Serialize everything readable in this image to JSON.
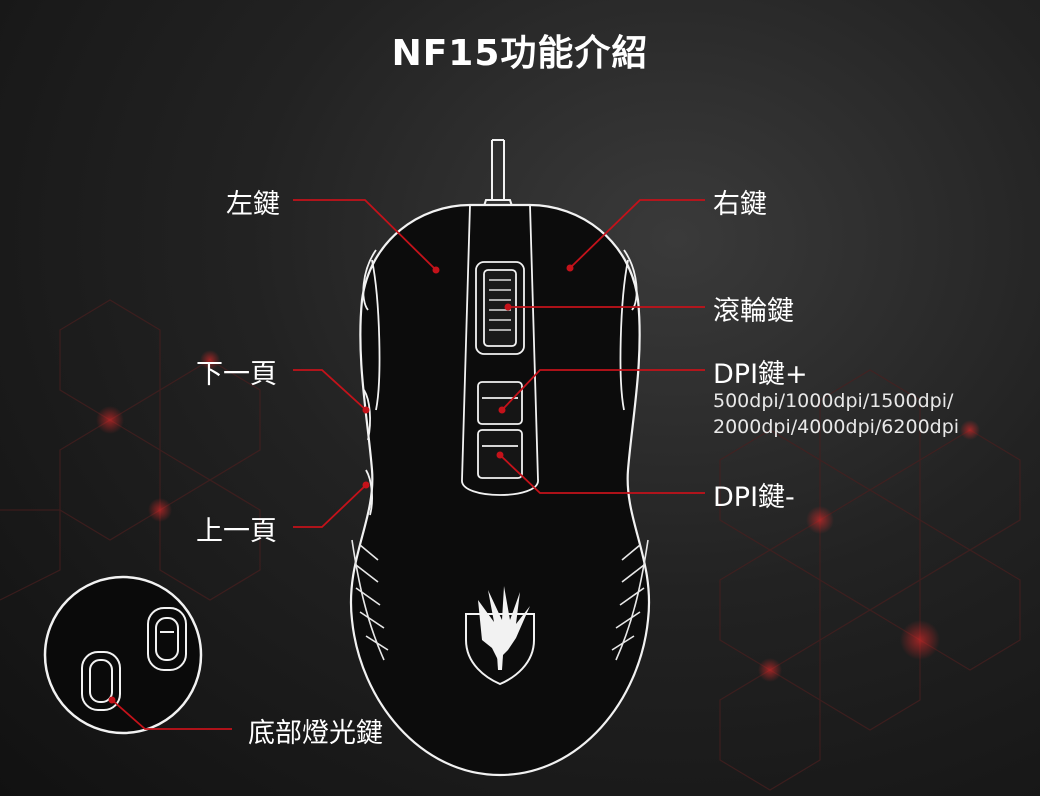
{
  "title": "NF15功能介紹",
  "labels": {
    "left_button": "左鍵",
    "right_button": "右鍵",
    "scroll_wheel": "滾輪鍵",
    "dpi_up": "DPI鍵+",
    "dpi_levels_line1": "500dpi/1000dpi/1500dpi/",
    "dpi_levels_line2": "2000dpi/4000dpi/6200dpi",
    "dpi_down": "DPI鍵-",
    "page_forward": "下一頁",
    "page_back": "上一頁",
    "bottom_light": "底部燈光鍵"
  },
  "colors": {
    "callout_line": "#c4121a",
    "outline": "#f2f2f2",
    "background": "#1c1c1c",
    "hex_grid": "#4a1a1a"
  },
  "icons": {
    "logo": "eagle-logo-icon"
  }
}
